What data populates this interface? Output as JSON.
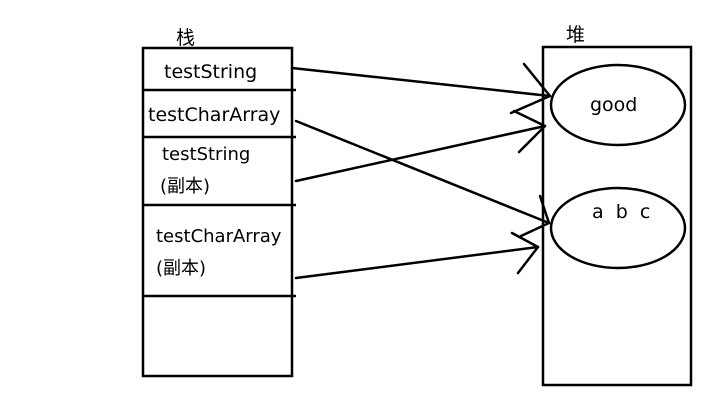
{
  "stack": {
    "title": "栈",
    "cells": [
      {
        "line1": "testString",
        "line2": ""
      },
      {
        "line1": "testCharArray",
        "line2": ""
      },
      {
        "line1": "testString",
        "line2": "(副本)"
      },
      {
        "line1": "testCharArray",
        "line2": "(副本)"
      }
    ]
  },
  "heap": {
    "title": "堆",
    "objects": [
      {
        "label": "good"
      },
      {
        "label": "a  b  c"
      }
    ]
  }
}
